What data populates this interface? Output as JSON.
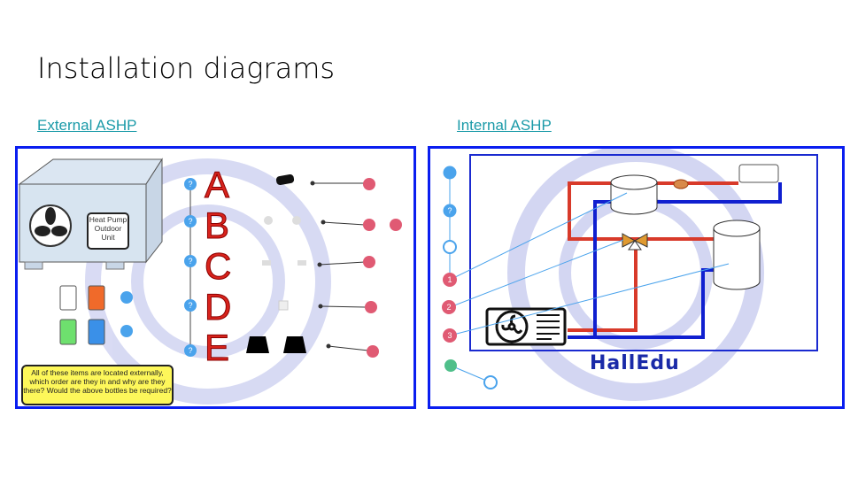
{
  "page": {
    "title": "Installation diagrams"
  },
  "links": {
    "external": "External ASHP",
    "internal": "Internal ASHP"
  },
  "external": {
    "unit_label": "Heat Pump Outdoor Unit",
    "letters": [
      "A",
      "B",
      "C",
      "D",
      "E"
    ],
    "note": "All of these items are located externally, which order are they in and why are they there? Would the above bottles be required?"
  },
  "internal": {
    "markers": [
      "1",
      "2",
      "3"
    ],
    "brand": "HallEdu"
  },
  "colors": {
    "border": "#0a1ef0",
    "link": "#1a9aa8",
    "hotspot_blue": "#4aa3ec",
    "hotspot_red": "#e05a73",
    "pipe_red": "#d83a2a",
    "pipe_blue": "#1020d0"
  }
}
